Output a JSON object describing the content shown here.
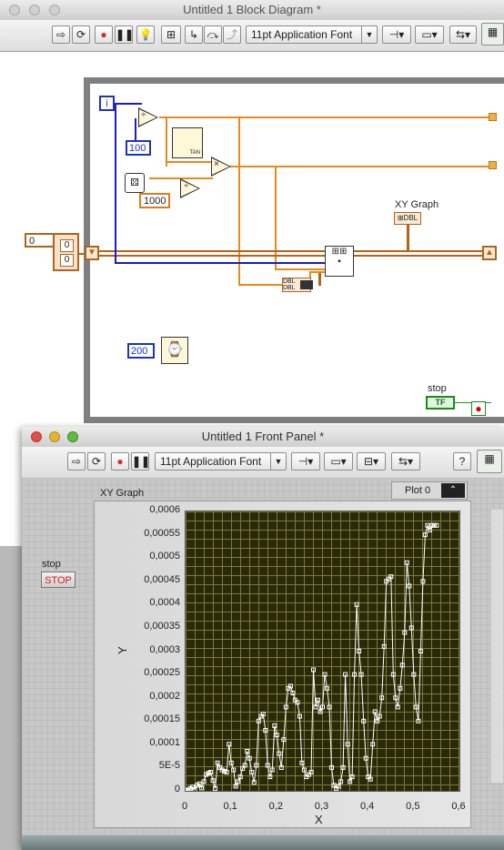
{
  "block_diagram": {
    "title": "Untitled 1 Block Diagram *",
    "toolbar": {
      "font": "11pt Application Font"
    },
    "constants": {
      "iter": "i",
      "c100": "100",
      "c1000": "1000",
      "c200": "200",
      "init": "0",
      "arr0a": "0",
      "arr0b": "0"
    },
    "labels": {
      "xy_graph": "XY Graph",
      "stop": "stop",
      "tf": "TF",
      "tan": "TAN"
    }
  },
  "front_panel": {
    "title": "Untitled 1 Front Panel *",
    "toolbar": {
      "font": "11pt Application Font",
      "help": "?"
    },
    "stop_label": "stop",
    "stop_button": "STOP",
    "graph": {
      "label": "XY Graph",
      "plot_legend": "Plot 0"
    }
  },
  "chart_data": {
    "type": "scatter",
    "title": "XY Graph",
    "xlabel": "X",
    "ylabel": "Y",
    "xlim": [
      0,
      0.6
    ],
    "ylim": [
      0,
      0.0006
    ],
    "x_ticks": [
      "0",
      "0,1",
      "0,2",
      "0,3",
      "0,4",
      "0,5",
      "0,6"
    ],
    "y_ticks": [
      "0",
      "5E-5",
      "0,0001",
      "0,00015",
      "0,0002",
      "0,00025",
      "0,0003",
      "0,00035",
      "0,0004",
      "0,00045",
      "0,0005",
      "0,00055",
      "0,0006"
    ],
    "line_color": "#ffffff",
    "grid_color": "#7b7b3a",
    "plot_bg": "#2a2a0a",
    "series": [
      {
        "name": "Plot 0",
        "x": [
          0,
          0.005,
          0.01,
          0.015,
          0.02,
          0.025,
          0.03,
          0.035,
          0.04,
          0.045,
          0.05,
          0.055,
          0.06,
          0.065,
          0.07,
          0.075,
          0.08,
          0.085,
          0.09,
          0.095,
          0.1,
          0.105,
          0.11,
          0.115,
          0.12,
          0.125,
          0.13,
          0.135,
          0.14,
          0.145,
          0.15,
          0.155,
          0.16,
          0.165,
          0.17,
          0.175,
          0.18,
          0.185,
          0.19,
          0.195,
          0.2,
          0.205,
          0.21,
          0.215,
          0.22,
          0.225,
          0.23,
          0.235,
          0.24,
          0.245,
          0.25,
          0.255,
          0.26,
          0.265,
          0.27,
          0.275,
          0.28,
          0.285,
          0.29,
          0.295,
          0.3,
          0.305,
          0.31,
          0.315,
          0.32,
          0.325,
          0.33,
          0.335,
          0.34,
          0.345,
          0.35,
          0.355,
          0.36,
          0.365,
          0.37,
          0.375,
          0.38,
          0.385,
          0.39,
          0.395,
          0.4,
          0.405,
          0.41,
          0.415,
          0.42,
          0.425,
          0.43,
          0.435,
          0.44,
          0.445,
          0.45,
          0.455,
          0.46,
          0.465,
          0.47,
          0.475,
          0.48,
          0.485,
          0.49,
          0.495,
          0.5,
          0.505,
          0.51,
          0.515,
          0.52,
          0.525,
          0.53,
          0.535,
          0.54,
          0.545,
          0.55
        ],
        "y": [
          0,
          2e-06,
          5e-06,
          8e-06,
          3e-06,
          1.2e-05,
          1.5e-05,
          6e-06,
          2e-05,
          3.5e-05,
          3.8e-05,
          4e-05,
          2.2e-05,
          5e-06,
          6e-05,
          5e-05,
          4.5e-05,
          4.2e-05,
          4e-05,
          0.0001,
          6e-05,
          4.5e-05,
          1e-05,
          2e-05,
          3e-05,
          4.8e-05,
          5.5e-05,
          8.5e-05,
          7e-05,
          4e-05,
          1.8e-05,
          5.5e-05,
          0.00015,
          0.00016,
          0.000165,
          0.00013,
          5.5e-05,
          3e-05,
          4.5e-05,
          0.00014,
          0.00012,
          8e-05,
          5e-05,
          0.00011,
          0.00018,
          0.00022,
          0.000225,
          0.00021,
          0.000195,
          0.00019,
          0.00016,
          6e-05,
          4.5e-05,
          3e-05,
          3.5e-05,
          4e-05,
          0.00026,
          0.00018,
          0.000195,
          0.00017,
          0.00018,
          0.00025,
          0.00022,
          0.00018,
          5e-05,
          1.2e-05,
          5e-06,
          1e-05,
          2e-05,
          5e-05,
          0.00025,
          0.0001,
          2e-05,
          3e-05,
          0.00025,
          0.0004,
          0.0003,
          0.00025,
          0.00015,
          7e-05,
          3e-05,
          2.5e-05,
          0.0001,
          0.00017,
          0.00015,
          0.00016,
          0.0002,
          0.00031,
          0.00045,
          0.000455,
          0.00046,
          0.00025,
          0.0002,
          0.00018,
          0.00022,
          0.00027,
          0.00034,
          0.00049,
          0.00044,
          0.00035,
          0.00025,
          0.00018,
          0.00015,
          0.0003,
          0.00045,
          0.00055,
          0.00057,
          0.00056,
          0.00057,
          0.00057,
          0.00057
        ]
      }
    ]
  }
}
